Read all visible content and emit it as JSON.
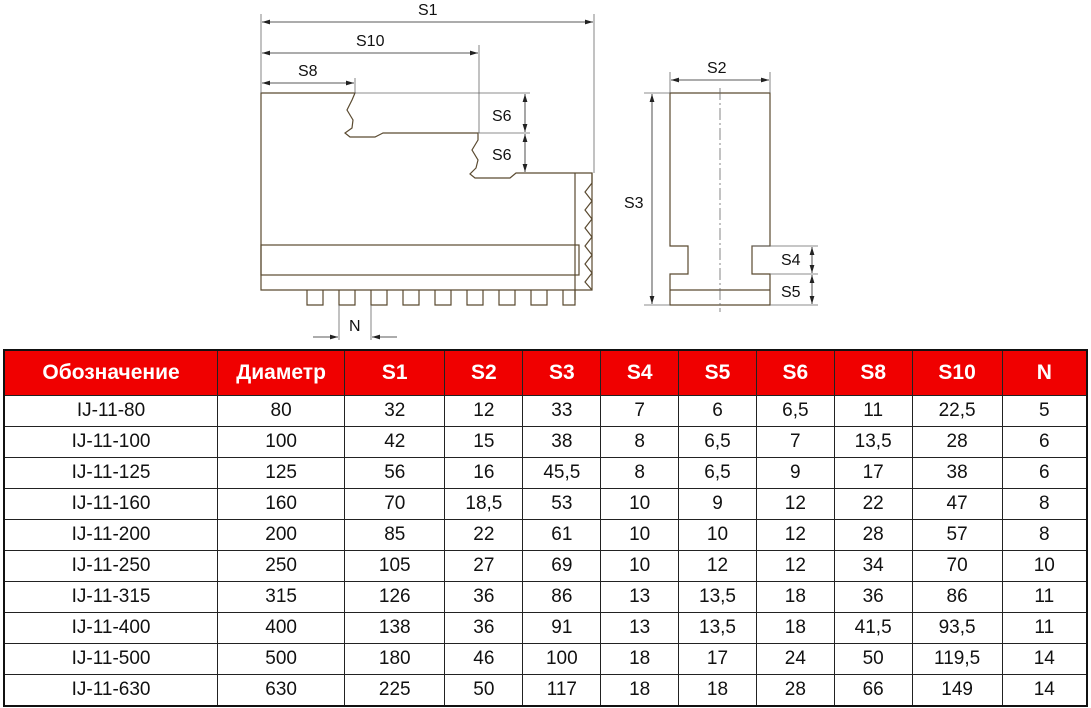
{
  "drawing": {
    "labels": {
      "s1": "S1",
      "s10": "S10",
      "s8": "S8",
      "s6a": "S6",
      "s6b": "S6",
      "n": "N",
      "s2": "S2",
      "s3": "S3",
      "s4": "S4",
      "s5": "S5"
    }
  },
  "table": {
    "headers": [
      "Обозначение",
      "Диаметр",
      "S1",
      "S2",
      "S3",
      "S4",
      "S5",
      "S6",
      "S8",
      "S10",
      "N"
    ],
    "rows": [
      [
        "IJ-11-80",
        "80",
        "32",
        "12",
        "33",
        "7",
        "6",
        "6,5",
        "11",
        "22,5",
        "5"
      ],
      [
        "IJ-11-100",
        "100",
        "42",
        "15",
        "38",
        "8",
        "6,5",
        "7",
        "13,5",
        "28",
        "6"
      ],
      [
        "IJ-11-125",
        "125",
        "56",
        "16",
        "45,5",
        "8",
        "6,5",
        "9",
        "17",
        "38",
        "6"
      ],
      [
        "IJ-11-160",
        "160",
        "70",
        "18,5",
        "53",
        "10",
        "9",
        "12",
        "22",
        "47",
        "8"
      ],
      [
        "IJ-11-200",
        "200",
        "85",
        "22",
        "61",
        "10",
        "10",
        "12",
        "28",
        "57",
        "8"
      ],
      [
        "IJ-11-250",
        "250",
        "105",
        "27",
        "69",
        "10",
        "12",
        "12",
        "34",
        "70",
        "10"
      ],
      [
        "IJ-11-315",
        "315",
        "126",
        "36",
        "86",
        "13",
        "13,5",
        "18",
        "36",
        "86",
        "11"
      ],
      [
        "IJ-11-400",
        "400",
        "138",
        "36",
        "91",
        "13",
        "13,5",
        "18",
        "41,5",
        "93,5",
        "11"
      ],
      [
        "IJ-11-500",
        "500",
        "180",
        "46",
        "100",
        "18",
        "17",
        "24",
        "50",
        "119,5",
        "14"
      ],
      [
        "IJ-11-630",
        "630",
        "225",
        "50",
        "117",
        "18",
        "18",
        "28",
        "66",
        "149",
        "14"
      ]
    ]
  }
}
